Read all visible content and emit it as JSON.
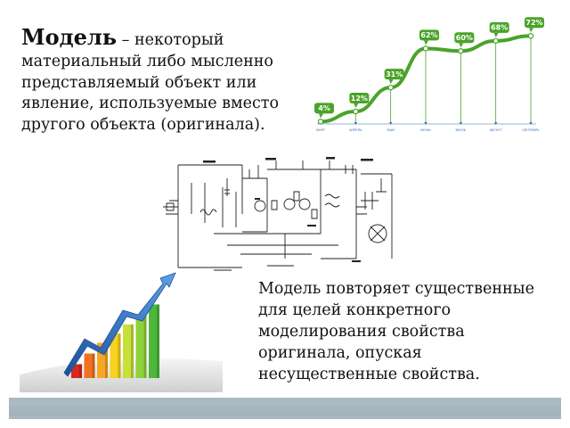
{
  "slide": {
    "definition": {
      "term": "Модель",
      "dash_text": " – некоторый материальный либо мысленно представляемый объект или явление, используемые вместо другого объекта (оригинала)."
    },
    "summary": "Модель повторяет существенные для целей конкретного моделирования свойства оригинала, опуская несущественные свойства."
  },
  "chart_data": {
    "type": "line",
    "categories": [
      "МАРТ",
      "АПРЕЛЬ",
      "МАЙ",
      "ИЮНЬ",
      "ИЮЛЬ",
      "АВГУСТ",
      "СЕНТЯБРЬ"
    ],
    "labels": [
      "4%",
      "12%",
      "31%",
      "62%",
      "60%",
      "68%",
      "72%"
    ],
    "values": [
      4,
      12,
      31,
      62,
      60,
      68,
      72
    ],
    "title": "",
    "xlabel": "",
    "ylabel": "",
    "grid": false,
    "colors": {
      "line": "#4aa329",
      "badge": "#4aa329",
      "axis": "#2e6fb6",
      "stem": "#4aa329"
    }
  },
  "illustrations": {
    "bar_colors": [
      "#d7281e",
      "#f0721f",
      "#f6a623",
      "#f5d31f",
      "#c8e03a",
      "#8fd13a",
      "#4db83a"
    ],
    "arrow_color": "#2f72c9"
  }
}
